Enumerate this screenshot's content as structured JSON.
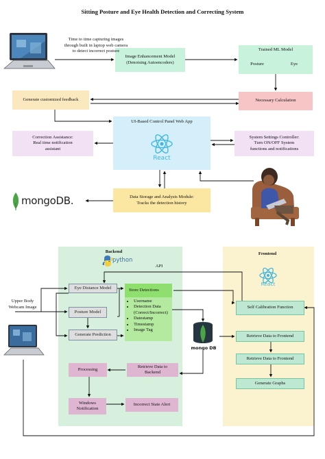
{
  "title": "Sitting Posture and Eye Health Detection and Correcting System",
  "top": {
    "capture_text": [
      "Time to time capturing images",
      "through built in laptop web camera",
      "to detect incorrect posture"
    ],
    "image_enhancement": [
      "Image Enhancement Model",
      "(Denoising Autoencoders)"
    ],
    "trained_ml": "Trained ML Model",
    "posture": "Posture",
    "eye": "Eye",
    "necessary_calc": "Necessary Calculation",
    "customized_feedback": "Generate customized feedback",
    "control_panel": "UI-Based Control Panel Web App",
    "react_label": "React",
    "correction": [
      "Correction Assistance:",
      "Real time notification",
      "assistant"
    ],
    "settings": [
      "System Settings Controller:",
      "Turn ON/OFF System",
      "functions and notifications"
    ],
    "mongo_logo": "mongoDB.",
    "data_storage": [
      "Data Storage and Analysis Module:",
      "Tracks the detection history"
    ]
  },
  "bottom": {
    "backend_title": "Backend",
    "python_label": "python",
    "api": "API",
    "frontend_title": "Frontend",
    "react_label": "React",
    "upper_body": [
      "Upper Body",
      "Webcam Image"
    ],
    "eye_distance": "Eye Distance Model",
    "posture_model": "Posture Model",
    "generate_prediction": "Generate Prediction",
    "store_detections": "Store Detections",
    "detections": [
      "Username",
      "Detection Data (Correct/Incorrect)",
      "Datestamp",
      "Timestamp",
      "Image Tag"
    ],
    "mongo_db": "mongo DB",
    "processing": "Processing",
    "retrieve_backend": [
      "Retrieve Data to",
      "Backend"
    ],
    "windows_notification": [
      "Windows",
      "Notification"
    ],
    "incorrect_alert": "Incorrect State Alert",
    "self_calibration": "Self Calibration Function",
    "retrieve_frontend_1": "Retrieve Data to Frontend",
    "retrieve_frontend_2": "Retrieve Data to Frontend",
    "generate_graphs": "Generate Graphs"
  },
  "colors": {
    "peach": "#fbe8bf",
    "mint": "#c9f2dc",
    "salmon": "#f7c5c5",
    "light_blue": "#d4effa",
    "lavender": "#f2e0f5",
    "yellow": "#fbe6a2",
    "backend_bg": "#d6f0dd",
    "frontend_bg": "#fbf2d0",
    "store_green": "#8fdf6f",
    "detail_green": "#b4e9a0",
    "pink": "#dfb6d2",
    "gray": "#dedede",
    "react_blue": "#41b7e0",
    "mongo_green": "#4aa546"
  }
}
